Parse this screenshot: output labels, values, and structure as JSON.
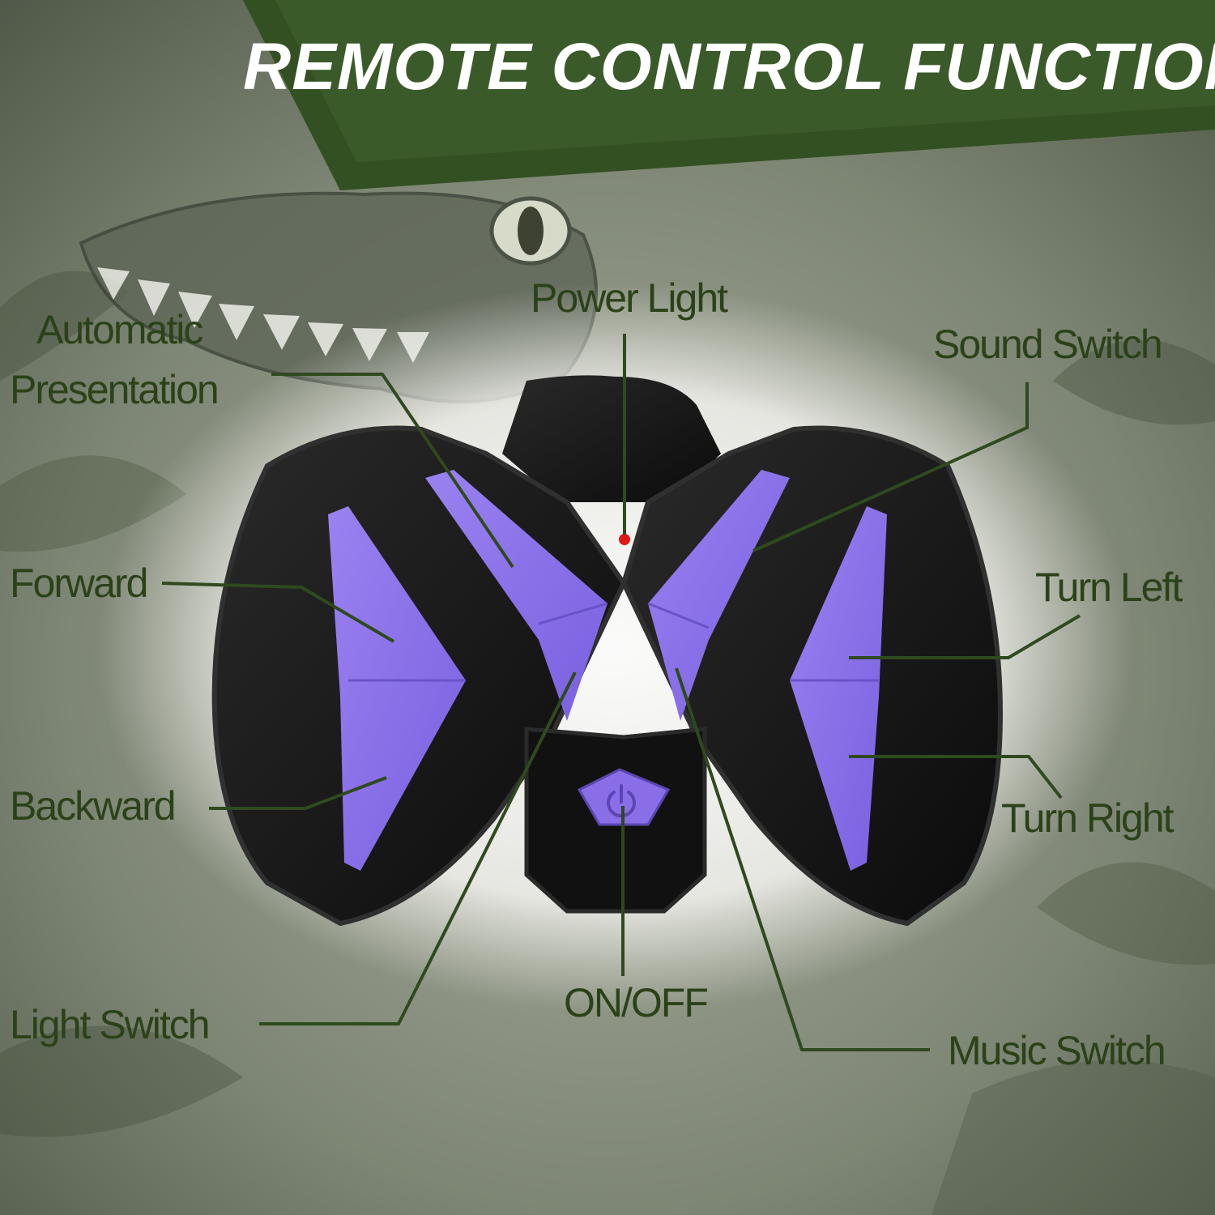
{
  "banner": {
    "title": "REMOTE CONTROL FUNCTION"
  },
  "labels": {
    "power_light": "Power Light",
    "automatic_line1": "Automatic",
    "automatic_line2": "Presentation",
    "sound_switch": "Sound Switch",
    "forward": "Forward",
    "turn_left": "Turn Left",
    "backward": "Backward",
    "turn_right": "Turn Right",
    "light_switch": "Light Switch",
    "on_off": "ON/OFF",
    "music_switch": "Music Switch"
  },
  "colors": {
    "banner": "#3b5a2a",
    "label_text": "#2b4219",
    "leader_line": "#2e4a1e",
    "remote_body": "#141414",
    "button_purple": "#8a6ee8",
    "background": "#6f7868"
  }
}
